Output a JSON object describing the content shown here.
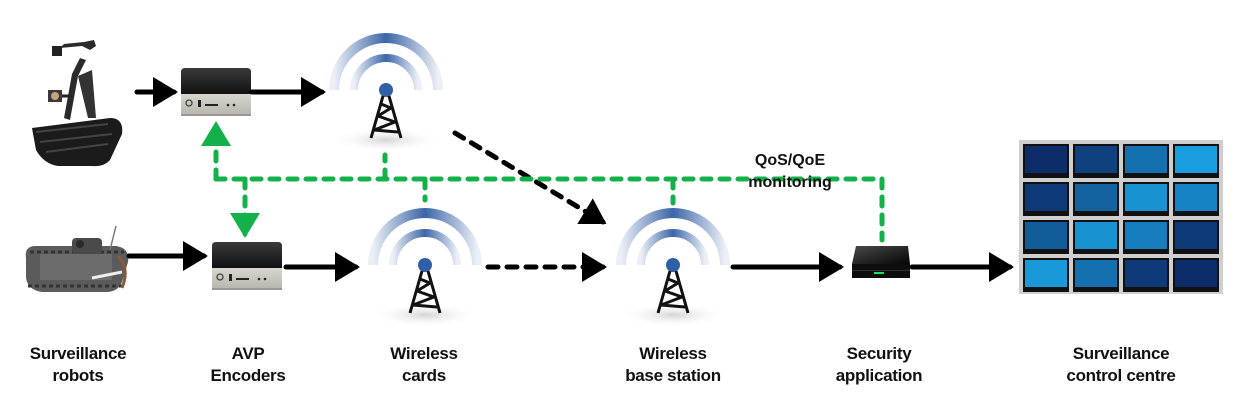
{
  "diagram": {
    "title": "Surveillance video streaming pipeline",
    "colors": {
      "data_flow": "#000000",
      "monitoring_flow": "#14b04a",
      "wireless_arc": "#3c66a8",
      "tower_dot": "#2f5fa6",
      "screen_dark": "#0b1f5c",
      "screen_light": "#1aa6e6",
      "video_wall_frame": "#c9c9c9"
    },
    "monitoring_label": [
      "QoS/QoE",
      "monitoring"
    ],
    "stages": [
      {
        "id": "robots",
        "label": [
          "Surveillance",
          "robots"
        ],
        "icon": "robot-icon"
      },
      {
        "id": "encoders",
        "label": [
          "AVP",
          "Encoders"
        ],
        "icon": "encoder-box-icon"
      },
      {
        "id": "cards",
        "label": [
          "Wireless",
          "cards"
        ],
        "icon": "wireless-tower-icon"
      },
      {
        "id": "base_station",
        "label": [
          "Wireless",
          "base station"
        ],
        "icon": "wireless-tower-icon"
      },
      {
        "id": "security_app",
        "label": [
          "Security",
          "application"
        ],
        "icon": "server-box-icon"
      },
      {
        "id": "control_centre",
        "label": [
          "Surveillance",
          "control centre"
        ],
        "icon": "video-wall-icon"
      }
    ],
    "connections": [
      {
        "from": "robot-1",
        "to": "encoder-1",
        "style": "solid"
      },
      {
        "from": "encoder-1",
        "to": "wireless-card-1",
        "style": "solid"
      },
      {
        "from": "wireless-card-1",
        "to": "base-station",
        "style": "dashed"
      },
      {
        "from": "robot-2",
        "to": "encoder-2",
        "style": "solid"
      },
      {
        "from": "encoder-2",
        "to": "wireless-card-2",
        "style": "solid"
      },
      {
        "from": "wireless-card-2",
        "to": "base-station",
        "style": "dashed"
      },
      {
        "from": "base-station",
        "to": "security-app",
        "style": "solid"
      },
      {
        "from": "security-app",
        "to": "control-centre",
        "style": "solid"
      }
    ],
    "video_wall": {
      "rows": 4,
      "cols": 4,
      "screen_brightness": [
        [
          0.1,
          0.25,
          0.6,
          0.95
        ],
        [
          0.2,
          0.5,
          0.85,
          0.75
        ],
        [
          0.45,
          0.85,
          0.7,
          0.2
        ],
        [
          0.9,
          0.6,
          0.2,
          0.1
        ]
      ]
    }
  }
}
